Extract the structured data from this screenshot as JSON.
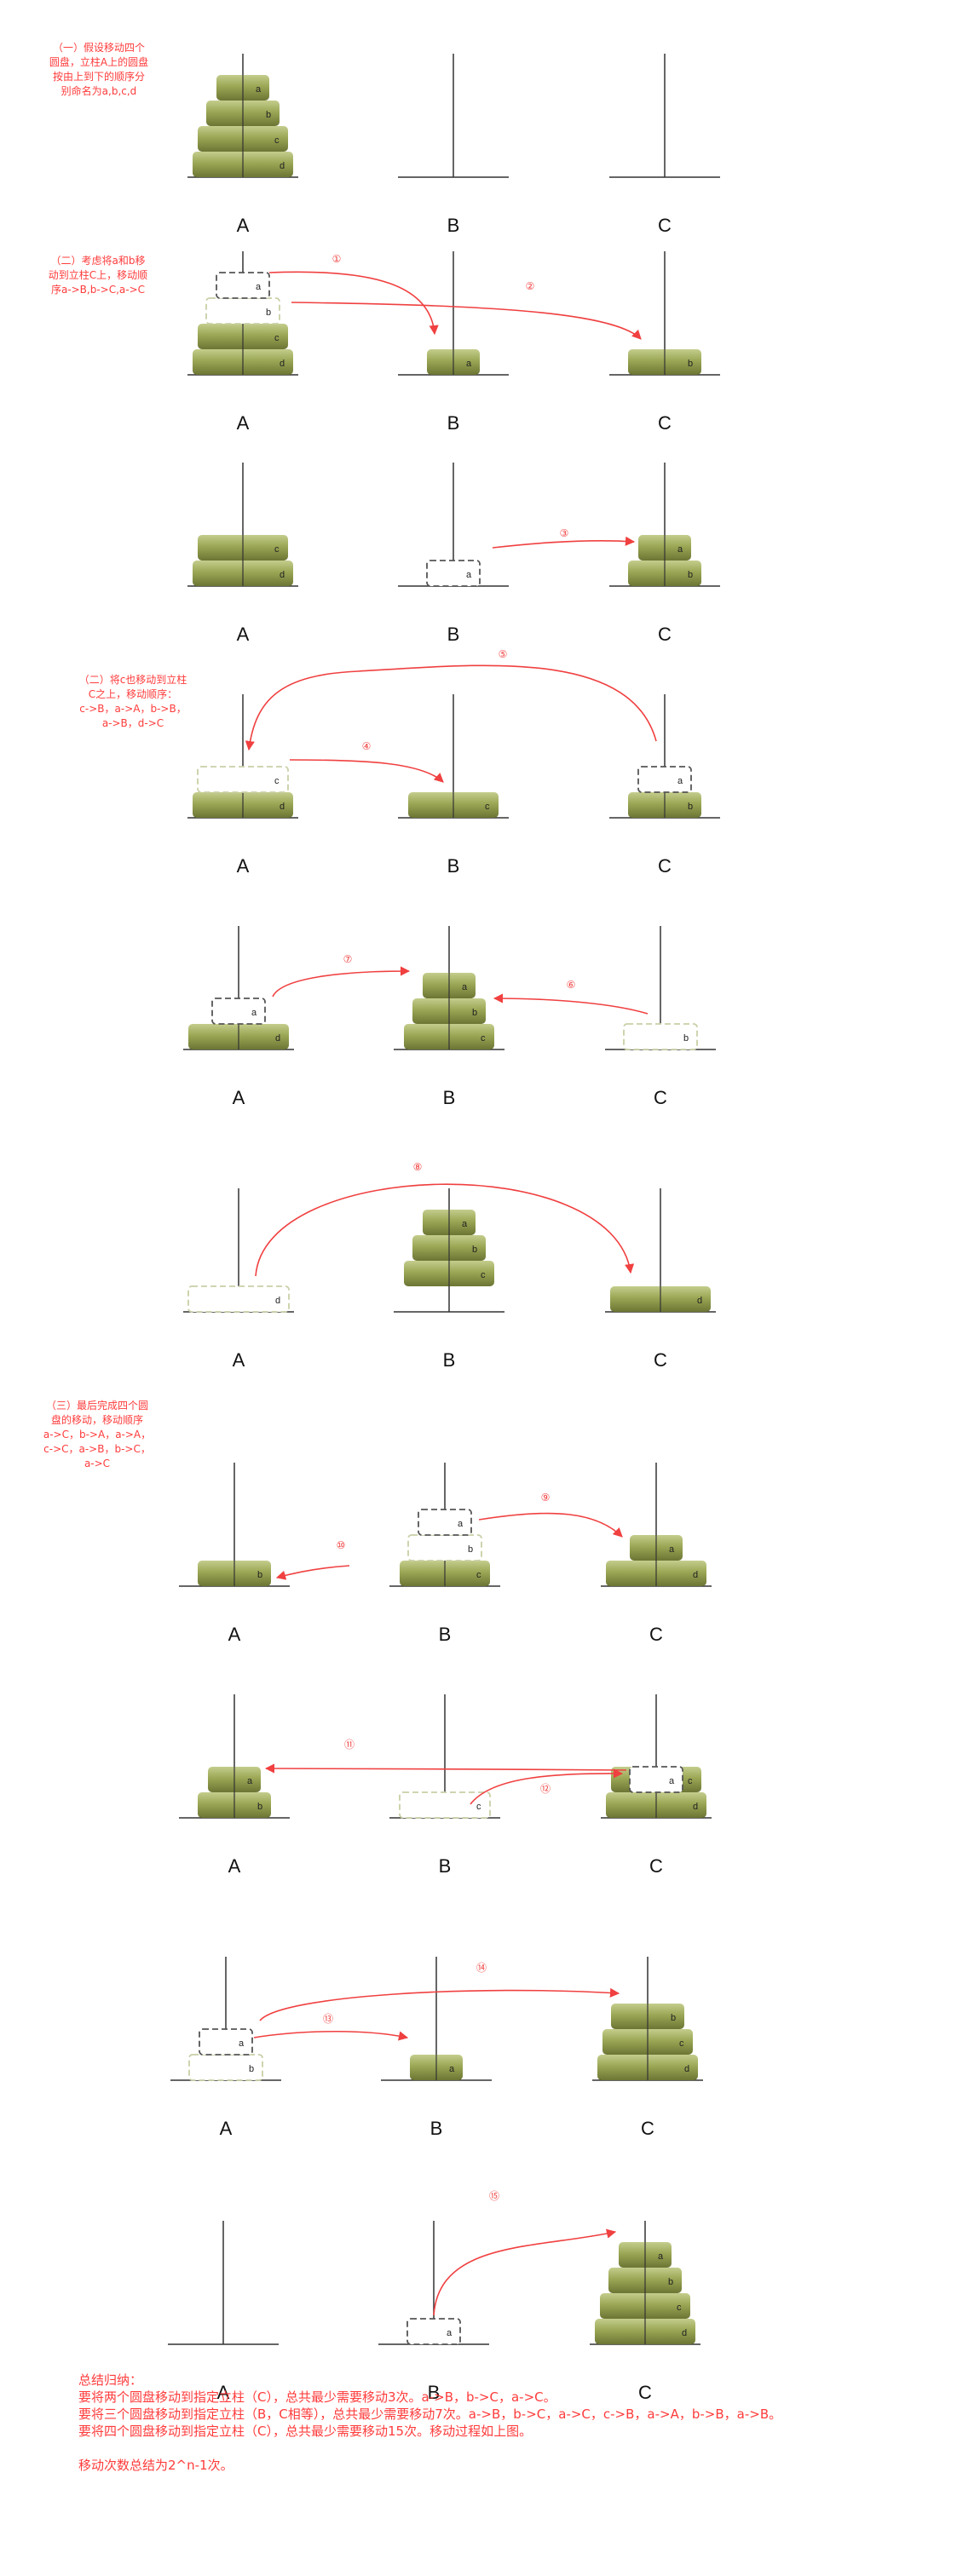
{
  "colors": {
    "disk_top": "#c2cc8a",
    "disk_mid": "#9aa653",
    "disk_bottom": "#6d7635",
    "arrow": "#f04040",
    "ghost_dark": "#555555",
    "ghost_light": "#c9cfa6"
  },
  "notes": [
    [
      "（一）假设移动四个",
      "圆盘，立柱A上的圆盘",
      "按由上到下的顺序分",
      "别命名为a,b,c,d"
    ],
    [
      "（二）考虑将a和b移",
      "动到立柱C上，移动顺",
      "序a->B,b->C,a->C"
    ],
    [
      "（二）将c也移动到立柱",
      "C之上，移动顺序：",
      "c->B，a->A，b->B，",
      "a->B，d->C"
    ],
    [
      "（三）最后完成四个圆",
      "盘的移动，移动顺序",
      "a->C，b->A，a->A，",
      "c->C，a->B，b->C，",
      "a->C"
    ]
  ],
  "summary": {
    "heading": "总结归纳：",
    "lines": [
      "要将两个圆盘移动到指定立柱（C），总共最少需要移动3次。a->B，b->C，a->C。",
      "要将三个圆盘移动到指定立柱（B，C相等），总共最少需要移动7次。a->B，b->C，a->C，c->B，a->A，b->B，a->B。",
      "要将四个圆盘移动到指定立柱（C），总共最少需要移动15次。移动过程如上图。"
    ],
    "formula": "移动次数总结为2^n-1次。"
  },
  "diagram": {
    "pegs": [
      "A",
      "B",
      "C"
    ],
    "disks": {
      "a": "a",
      "b": "b",
      "c": "c",
      "d": "d"
    },
    "steps": [
      "①",
      "②",
      "③",
      "④",
      "⑤",
      "⑥",
      "⑦",
      "⑧",
      "⑨",
      "⑩",
      "⑪",
      "⑫",
      "⑬",
      "⑭",
      "⑮"
    ]
  }
}
